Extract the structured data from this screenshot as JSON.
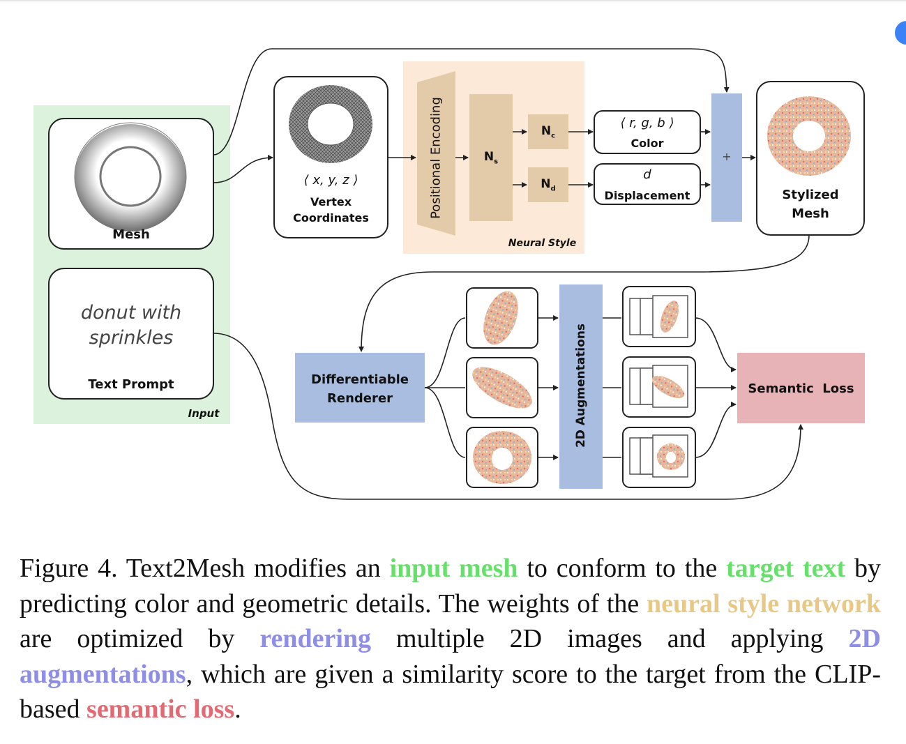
{
  "diagram": {
    "input_panel_label": "Input",
    "mesh_label": "Mesh",
    "text_prompt": {
      "text_line1": "donut with",
      "text_line2": "sprinkles",
      "label": "Text Prompt"
    },
    "vertex": {
      "coords": "⟨ x, y, z ⟩",
      "label_line1": "Vertex",
      "label_line2": "Coordinates"
    },
    "neural_style": {
      "label": "Neural Style",
      "positional_encoding": "Positional Encoding",
      "ns": "N",
      "ns_sub": "s",
      "nc": "N",
      "nc_sub": "c",
      "nd": "N",
      "nd_sub": "d"
    },
    "color_box": {
      "value": "⟨ r, g, b ⟩",
      "label": "Color"
    },
    "displacement_box": {
      "value": "d",
      "label": "Displacement"
    },
    "plus": "+",
    "stylized_mesh": {
      "line1": "Stylized",
      "line2": "Mesh"
    },
    "renderer": {
      "line1": "Differentiable",
      "line2": "Renderer"
    },
    "augmentations": "2D Augmentations",
    "semantic_loss": "Semantic  Loss",
    "colors": {
      "input_bg": "#dcf2dc",
      "neural_bg": "#fce9d7",
      "neural_block": "#e3cbaa",
      "blue_block": "#a9bde0",
      "loss_block": "#e7b3b6"
    }
  },
  "caption": {
    "p1": "Figure 4.  Text2Mesh modifies an ",
    "h1": "input mesh",
    "p2": " to conform to the ",
    "h2": "target text",
    "p3": " by predicting color and geometric details. The weights of the ",
    "h3": "neural style network",
    "p4": " are optimized by ",
    "h4": "rendering",
    "p5": " multiple 2D images and applying ",
    "h5": "2D augmentations",
    "p6": ", which are given a similarity score to the target from the CLIP-based ",
    "h6": "semantic loss",
    "p7": "."
  }
}
